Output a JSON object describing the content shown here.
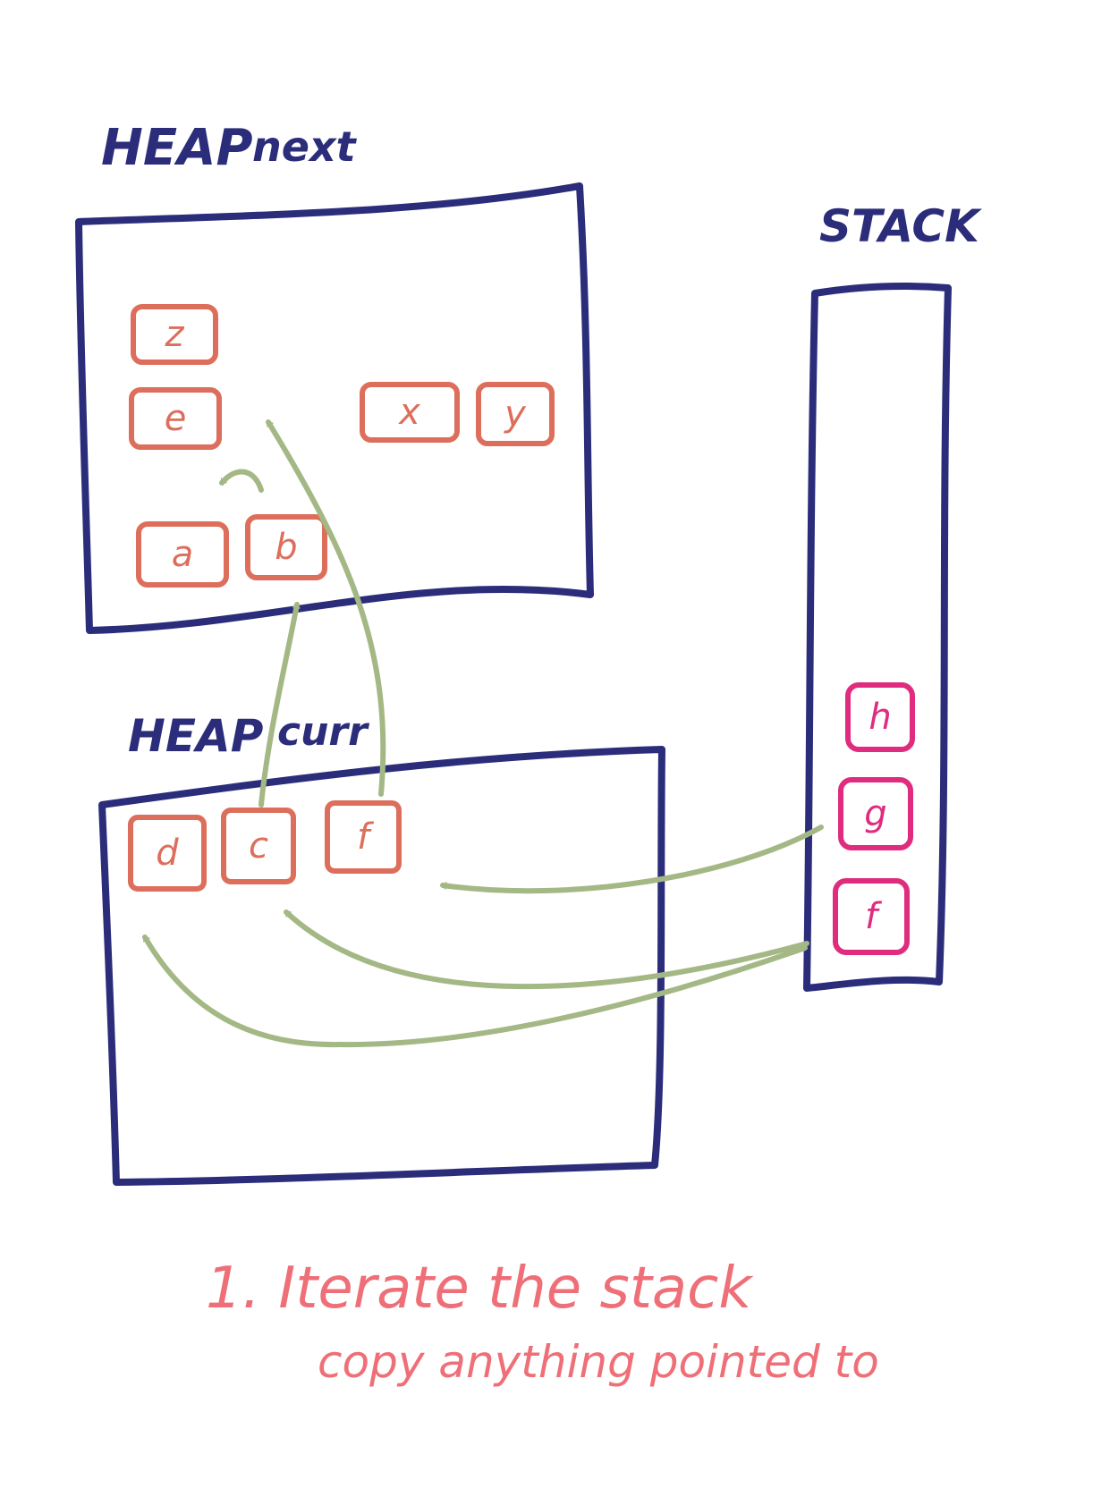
{
  "labels": {
    "heap_next_title": "HEAP",
    "heap_next_sub": "next",
    "heap_curr_title": "HEAP",
    "heap_curr_sub": "curr",
    "stack_title": "STACK"
  },
  "heap_next_cells": {
    "z": "z",
    "e": "e",
    "x": "x",
    "y": "y",
    "a": "a",
    "b": "b"
  },
  "heap_curr_cells": {
    "d": "d",
    "c": "c",
    "f": "f"
  },
  "stack_cells": {
    "h": "h",
    "g": "g",
    "f": "f"
  },
  "caption": {
    "line1": "1. Iterate the stack",
    "line2": "copy anything pointed to"
  },
  "colors": {
    "box_outline": "#2b2d7a",
    "heap_cell": "#dd6e5c",
    "stack_cell": "#df2c7e",
    "arrow": "#a4b885",
    "caption": "#ef6f78"
  }
}
